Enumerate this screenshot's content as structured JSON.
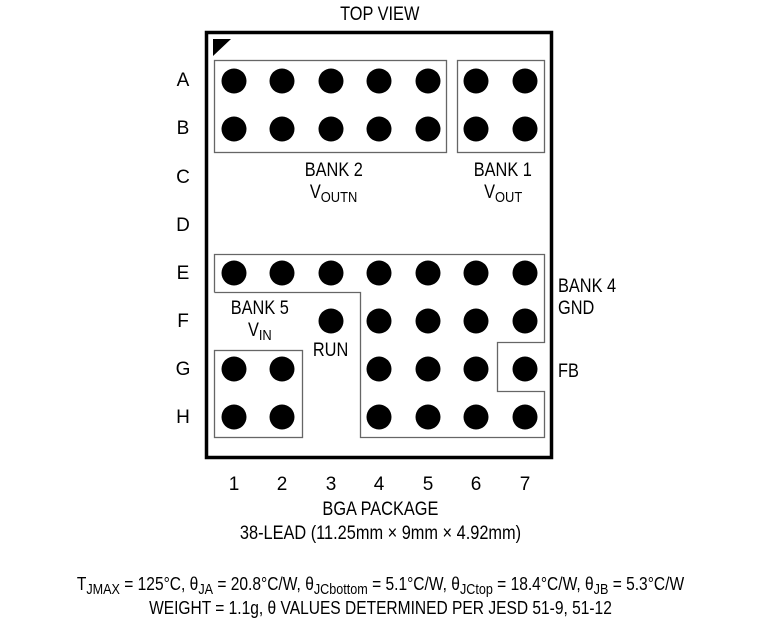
{
  "diagram": {
    "title": "TOP VIEW",
    "row_labels": [
      "A",
      "B",
      "C",
      "D",
      "E",
      "F",
      "G",
      "H"
    ],
    "column_labels": [
      "1",
      "2",
      "3",
      "4",
      "5",
      "6",
      "7"
    ],
    "pin1_indicator": "corner-triangle",
    "pins": [
      {
        "id": "A1"
      },
      {
        "id": "A2"
      },
      {
        "id": "A3"
      },
      {
        "id": "A4"
      },
      {
        "id": "A5"
      },
      {
        "id": "A6"
      },
      {
        "id": "A7"
      },
      {
        "id": "B1"
      },
      {
        "id": "B2"
      },
      {
        "id": "B3"
      },
      {
        "id": "B4"
      },
      {
        "id": "B5"
      },
      {
        "id": "B6"
      },
      {
        "id": "B7"
      },
      {
        "id": "E1"
      },
      {
        "id": "E2"
      },
      {
        "id": "E3"
      },
      {
        "id": "E4"
      },
      {
        "id": "E5"
      },
      {
        "id": "E6"
      },
      {
        "id": "E7"
      },
      {
        "id": "F3"
      },
      {
        "id": "F4"
      },
      {
        "id": "F5"
      },
      {
        "id": "F6"
      },
      {
        "id": "F7"
      },
      {
        "id": "G1"
      },
      {
        "id": "G2"
      },
      {
        "id": "G4"
      },
      {
        "id": "G5"
      },
      {
        "id": "G6"
      },
      {
        "id": "G7"
      },
      {
        "id": "H1"
      },
      {
        "id": "H2"
      },
      {
        "id": "H4"
      },
      {
        "id": "H5"
      },
      {
        "id": "H6"
      },
      {
        "id": "H7"
      }
    ],
    "banks": {
      "bank2": {
        "name": "BANK 2",
        "signal_main": "V",
        "signal_sub": "OUTN",
        "pins": "A1-A5, B1-B5"
      },
      "bank1": {
        "name": "BANK 1",
        "signal_main": "V",
        "signal_sub": "OUT",
        "pins": "A6-A7, B6-B7"
      },
      "bank4": {
        "name": "BANK 4",
        "signal": "GND",
        "pins": "E4-E7, F4-F7, G4-G6, H4-H7"
      },
      "bank5": {
        "name": "BANK 5",
        "signal_main": "V",
        "signal_sub": "IN",
        "pins": "E1-E3, G1-G2, H1-H2"
      }
    },
    "single_pins": {
      "run": {
        "label": "RUN",
        "pin": "F3"
      },
      "fb": {
        "label": "FB",
        "pin": "G7"
      }
    },
    "package": {
      "name": "BGA PACKAGE",
      "description": "38-LEAD (11.25mm × 9mm × 4.92mm)"
    },
    "thermal": {
      "tjmax": {
        "symbol": "T",
        "sub": "JMAX",
        "value": " = 125°C, "
      },
      "theta_ja": {
        "symbol": "θ",
        "sub": "JA",
        "value": " = 20.8°C/W, "
      },
      "theta_jcbottom": {
        "symbol": "θ",
        "sub": "JCbottom",
        "value": " = 5.1°C/W, "
      },
      "theta_jctop": {
        "symbol": "θ",
        "sub": "JCtop",
        "value": " = 18.4°C/W, "
      },
      "theta_jb": {
        "symbol": "θ",
        "sub": "JB",
        "value": " = 5.3°C/W"
      },
      "weight_line": "WEIGHT = 1.1g, θ VALUES DETERMINED PER JESD 51-9, 51-12"
    }
  }
}
